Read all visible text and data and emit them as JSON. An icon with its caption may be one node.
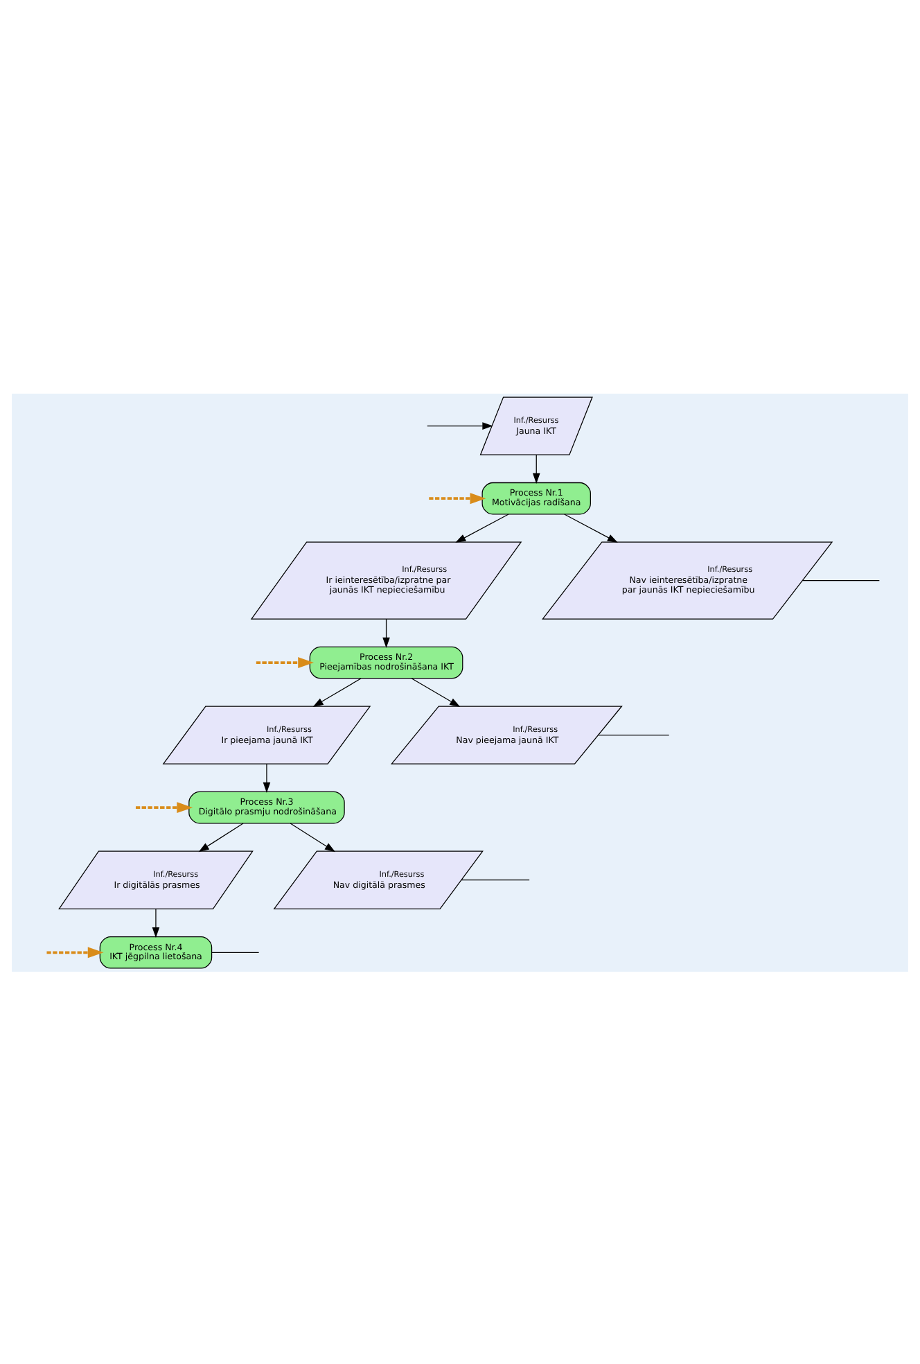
{
  "diagram": {
    "nodes": [
      {
        "text": [
          "Inf./Resurss",
          "Jauna IKT"
        ]
      },
      {
        "text": [
          "Process Nr.1",
          "Motivācijas radīšana"
        ]
      },
      {
        "text": [
          "Inf./Resurss",
          "Ir ieinteresētība/izpratne par jaunās IKT nepieciešamību"
        ]
      },
      {
        "text": [
          "Inf./Resurss",
          "Nav ieinteresētība/izpratne par jaunās IKT nepieciešamību"
        ]
      },
      {
        "text": [
          "Process Nr.2",
          "Pieejamības nodrošināšana IKT"
        ]
      },
      {
        "text": [
          "Inf./Resurss",
          "Ir pieejama jaunā IKT"
        ]
      },
      {
        "text": [
          "Inf./Resurss",
          "Nav pieejama jaunā IKT"
        ]
      },
      {
        "text": [
          "Process Nr.3",
          "Digitālo prasmju nodrošināšana"
        ]
      },
      {
        "text": [
          "Inf./Resurss",
          "Ir digitālās prasmes"
        ]
      },
      {
        "text": [
          "Inf./Resurss",
          "Nav digitālā prasmes"
        ]
      },
      {
        "text": [
          "Process Nr.4",
          "IKT jēgpilna lietošana"
        ]
      }
    ],
    "edges": [
      {
        "from": null,
        "to": 0,
        "arrow": "to"
      },
      {
        "from": 0,
        "to": 1,
        "arrow": "to"
      },
      {
        "from": 1,
        "to": 2,
        "arrow": "to"
      },
      {
        "from": 1,
        "to": 3,
        "arrow": "to"
      },
      {
        "from": 3,
        "to": null,
        "arrow": "none"
      },
      {
        "from": 2,
        "to": 4,
        "arrow": "to"
      },
      {
        "from": 4,
        "to": 5,
        "arrow": "to"
      },
      {
        "from": 4,
        "to": 6,
        "arrow": "to"
      },
      {
        "from": 6,
        "to": null,
        "arrow": "none"
      },
      {
        "from": 5,
        "to": 7,
        "arrow": "to"
      },
      {
        "from": 7,
        "to": 8,
        "arrow": "to"
      },
      {
        "from": 7,
        "to": 9,
        "arrow": "to"
      },
      {
        "from": 9,
        "to": null,
        "arrow": "none"
      },
      {
        "from": 8,
        "to": 10,
        "arrow": "to"
      },
      {
        "from": 10,
        "to": null,
        "arrow": "none"
      },
      {
        "from": null,
        "to": 1,
        "arrow": "to",
        "style": "dashed",
        "color": "#d98c1a"
      },
      {
        "from": null,
        "to": 4,
        "arrow": "to",
        "style": "dashed",
        "color": "#d98c1a"
      },
      {
        "from": null,
        "to": 7,
        "arrow": "to",
        "style": "dashed",
        "color": "#d98c1a"
      },
      {
        "from": null,
        "to": 10,
        "arrow": "to",
        "style": "dashed",
        "color": "#d98c1a"
      }
    ]
  }
}
